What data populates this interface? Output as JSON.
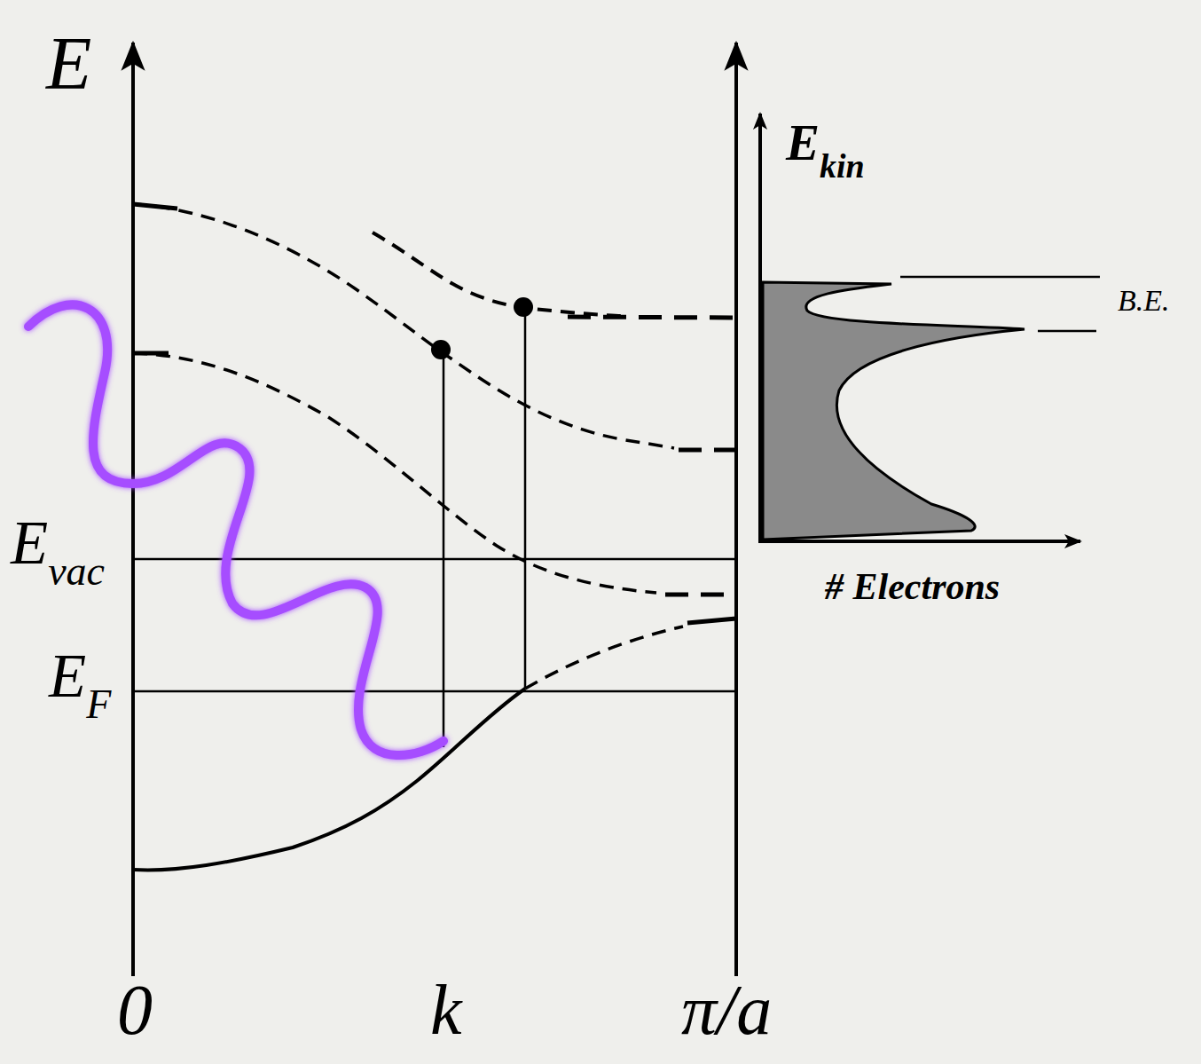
{
  "diagram": {
    "labels": [
      "E",
      "Evac",
      "EF",
      "0",
      "k",
      "π/a",
      "Ekin",
      "B.E.",
      "# Electrons"
    ]
  }
}
